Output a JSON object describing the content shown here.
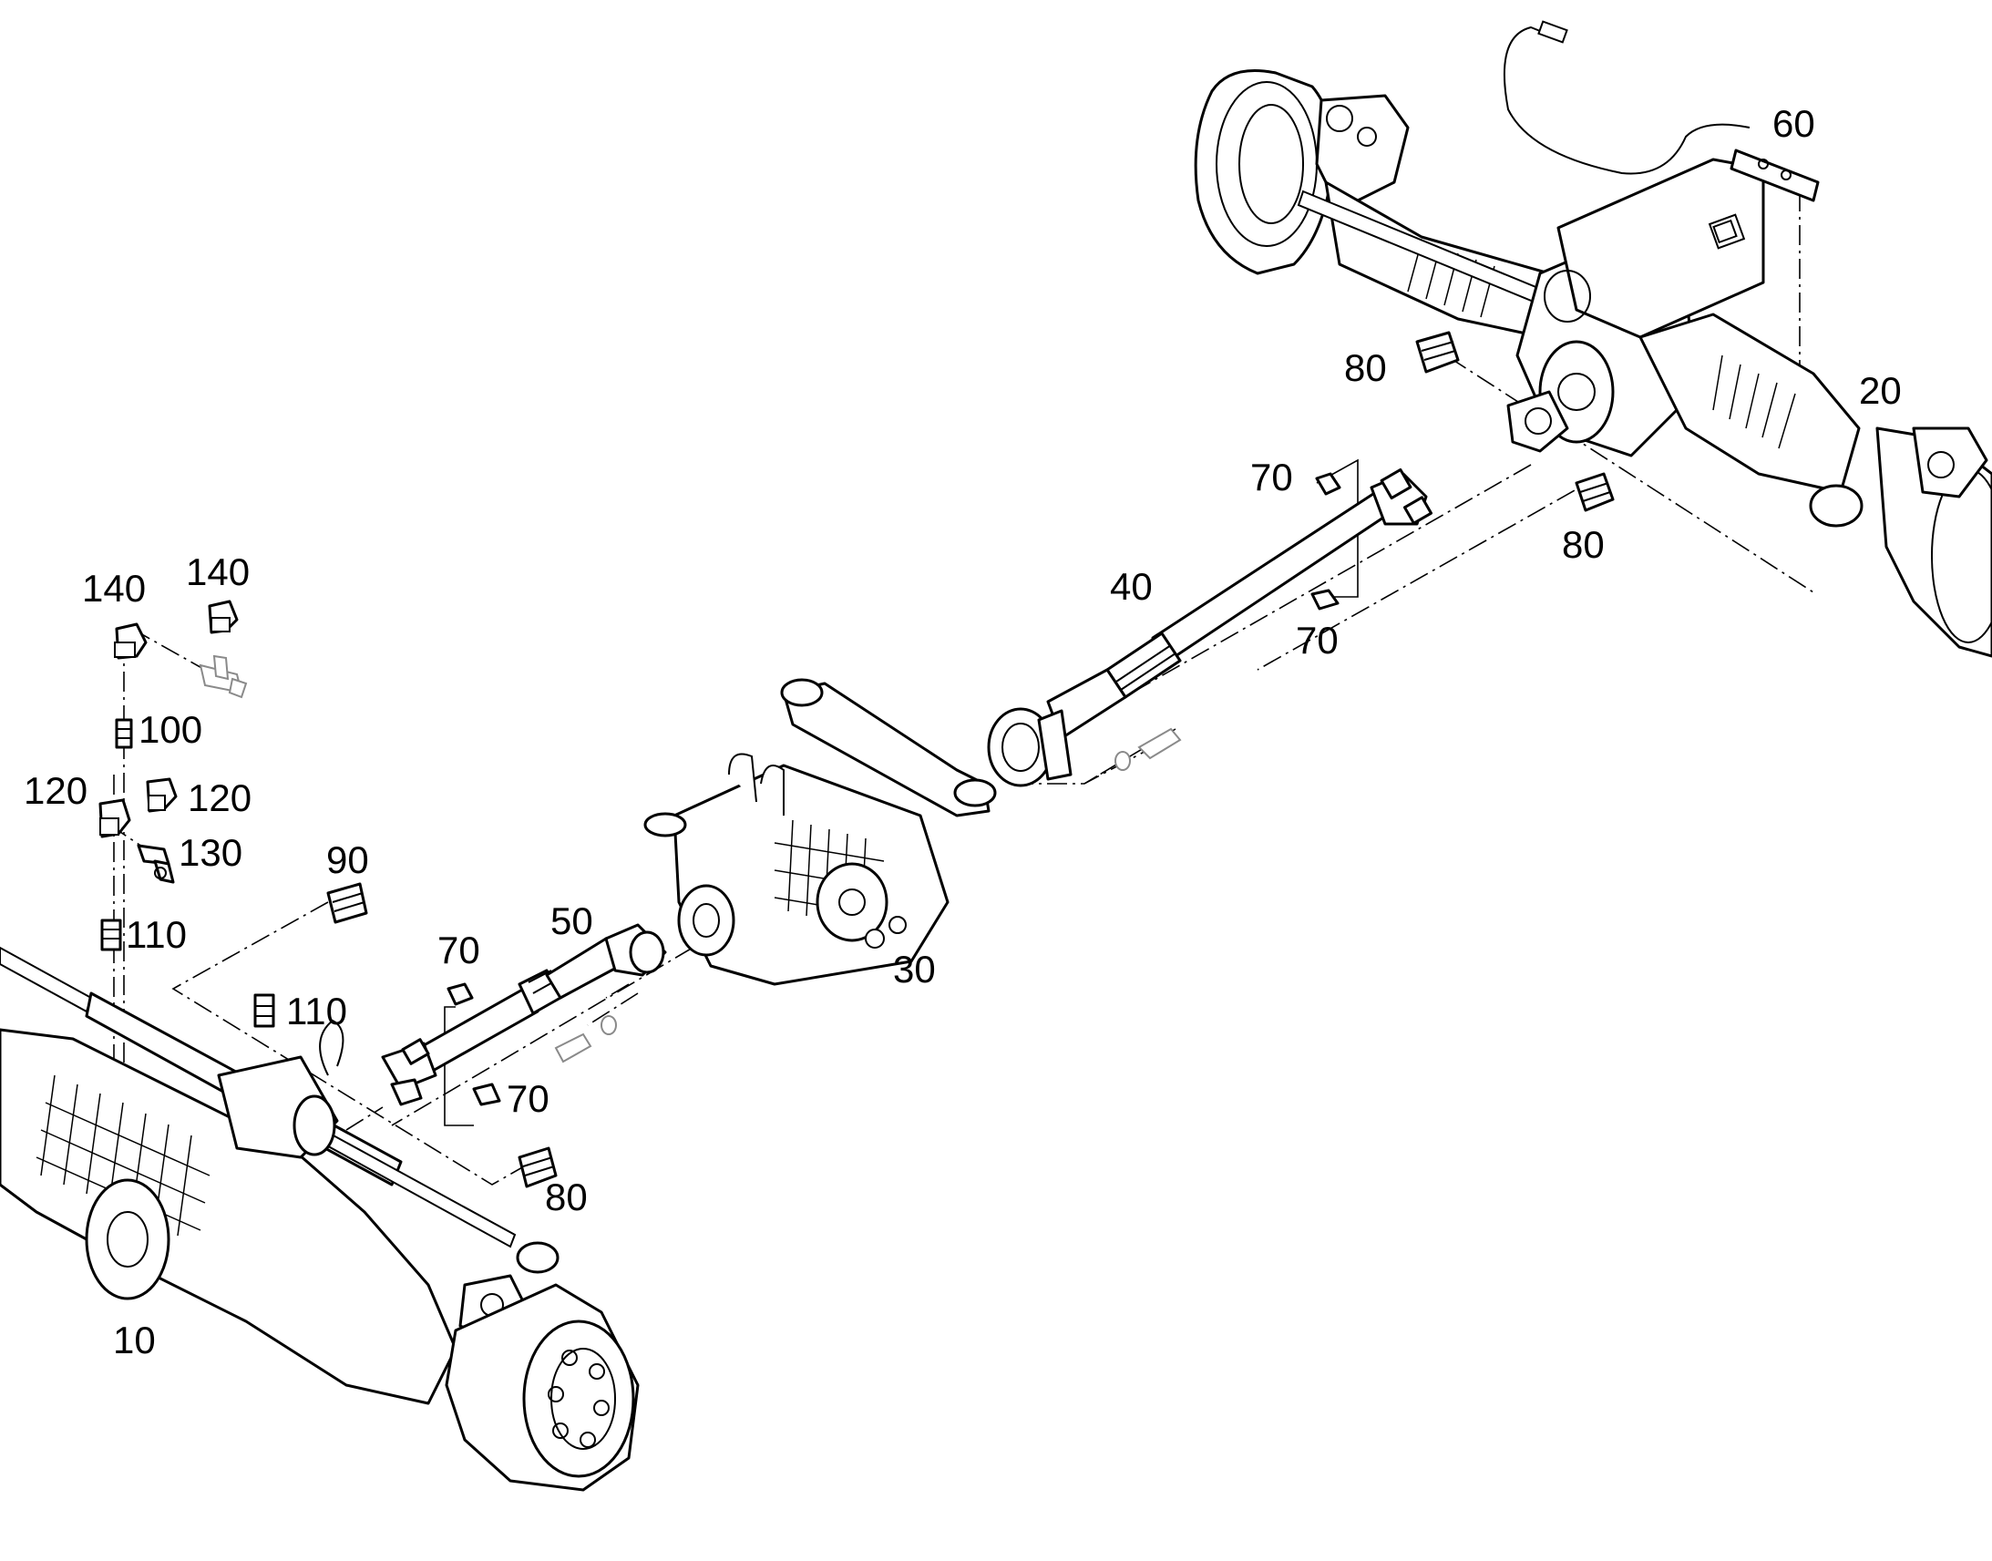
{
  "callouts": {
    "c10": "10",
    "c20": "20",
    "c30": "30",
    "c40": "40",
    "c50": "50",
    "c60": "60",
    "c70a": "70",
    "c70b": "70",
    "c70c": "70",
    "c70d": "70",
    "c80a": "80",
    "c80b": "80",
    "c80c": "80",
    "c90": "90",
    "c100": "100",
    "c110a": "110",
    "c110b": "110",
    "c120a": "120",
    "c120b": "120",
    "c130": "130",
    "c140a": "140",
    "c140b": "140"
  }
}
